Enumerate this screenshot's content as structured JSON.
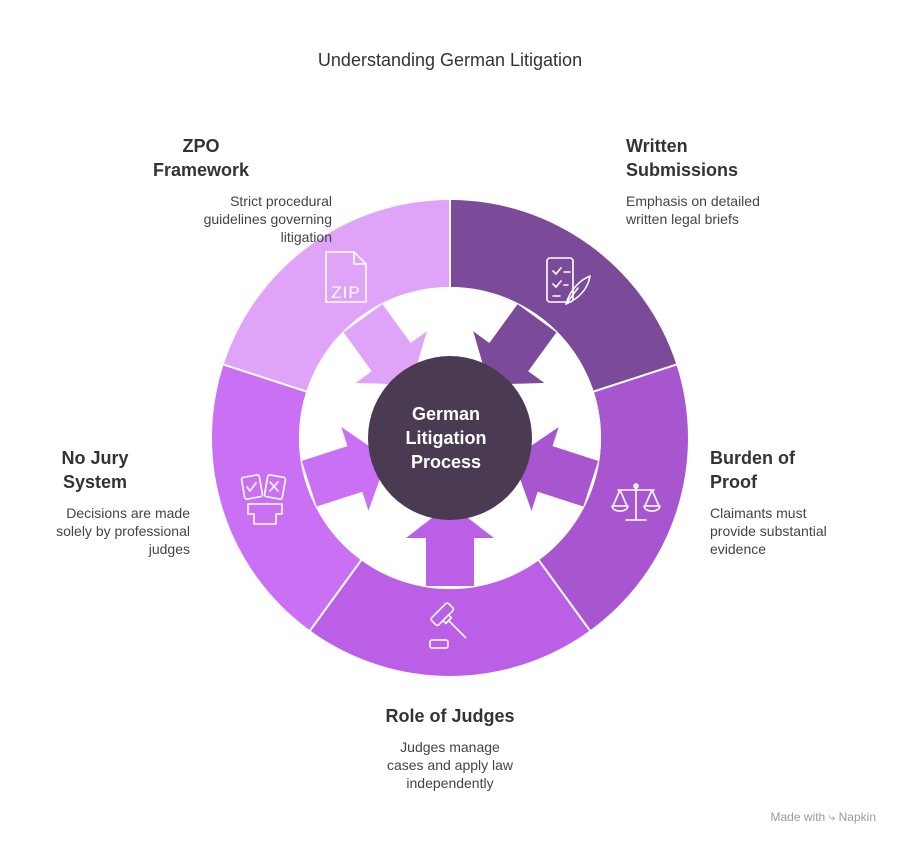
{
  "title": "Understanding German Litigation",
  "center": {
    "line1": "German",
    "line2": "Litigation",
    "line3": "Process",
    "color": "#4a3a52"
  },
  "segments": [
    {
      "id": "written-submissions",
      "heading_1": "Written",
      "heading_2": "Submissions",
      "description": "Emphasis on detailed written legal briefs",
      "color": "#7b4a98",
      "icon": "checklist-quill-icon"
    },
    {
      "id": "burden-of-proof",
      "heading_1": "Burden of",
      "heading_2": "Proof",
      "description": "Claimants must provide substantial evidence",
      "color": "#a856d0",
      "icon": "scales-icon"
    },
    {
      "id": "role-of-judges",
      "heading_1": "Role of Judges",
      "heading_2": "",
      "description": "Judges manage cases and apply law independently",
      "color": "#bb60e6",
      "icon": "gavel-icon"
    },
    {
      "id": "no-jury-system",
      "heading_1": "No Jury",
      "heading_2": "System",
      "description": "Decisions are made solely by professional judges",
      "color": "#c970f5",
      "icon": "ballot-box-icon"
    },
    {
      "id": "zpo-framework",
      "heading_1": "ZPO",
      "heading_2": "Framework",
      "description": "Strict procedural guidelines governing litigation",
      "color": "#dfa3f8",
      "icon": "zip-file-icon"
    }
  ],
  "icon_zip_text": "ZIP",
  "brand": {
    "prefix": "Made with",
    "name": "Napkin",
    "icon": "napkin-logo-icon"
  }
}
